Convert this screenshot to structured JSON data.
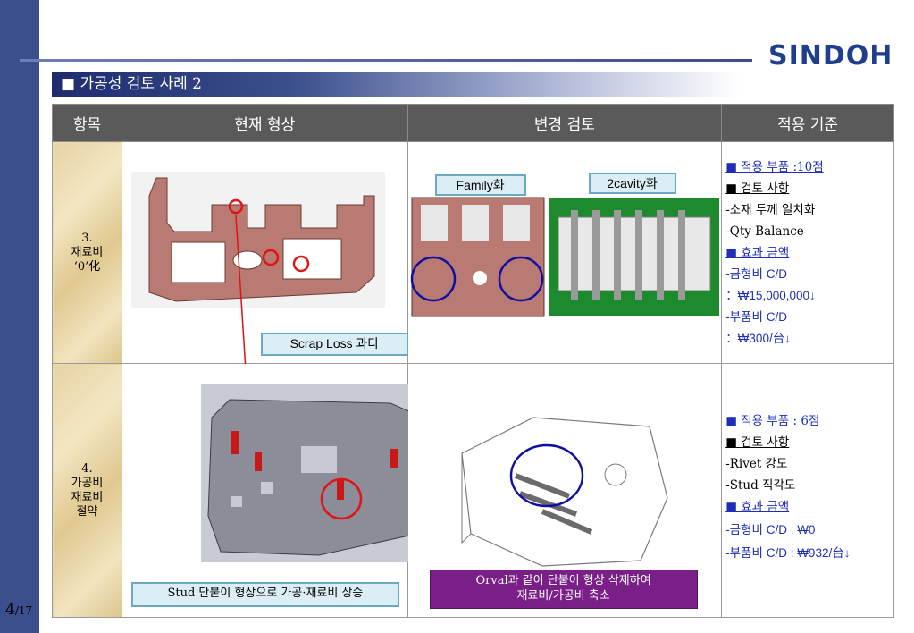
{
  "logo": {
    "text": "SINDOH",
    "color": "#1f3f8c"
  },
  "page": {
    "current": "4",
    "total": "/17"
  },
  "title": "■ 가공성 검토 사례 2",
  "table": {
    "headers": [
      "항목",
      "현재 형상",
      "변경 검토",
      "적용 기준"
    ],
    "rows": [
      {
        "item": "3.\n재료비\n‘0’化",
        "current_label": "Scrap Loss 과다",
        "change_labels": [
          "Family화",
          "2cavity화"
        ],
        "standard": [
          {
            "text": "■ 적용 부품 :10점",
            "style": "blue-u"
          },
          {
            "text": "■ 검토 사항",
            "style": "black-u"
          },
          {
            "text": "-소재 두께 일치화",
            "style": "black"
          },
          {
            "text": "-Qty Balance",
            "style": "black"
          },
          {
            "text": "■ 효과 금액",
            "style": "blue-u"
          },
          {
            "text": "-금형비 C/D",
            "style": "blue-sans"
          },
          {
            "text": "：₩15,000,000↓",
            "style": "blue-sans"
          },
          {
            "text": "-부품비 C/D",
            "style": "blue-sans"
          },
          {
            "text": "：₩300/台↓",
            "style": "blue-sans"
          }
        ]
      },
      {
        "item": "4.\n가공비\n재료비\n절약",
        "current_label": "Stud 단붙이 형상으로 가공·재료비 상승",
        "change_label": "Orval과 같이 단붙이 형상 삭제하여\n재료비/가공비 축소",
        "standard": [
          {
            "text": "■ 적용 부품 : 6점",
            "style": "blue-u"
          },
          {
            "text": "■ 검토 사항",
            "style": "black-u"
          },
          {
            "text": "-Rivet 강도",
            "style": "black"
          },
          {
            "text": "-Stud 직각도",
            "style": "black"
          },
          {
            "text": "■ 효과 금액",
            "style": "blue-u"
          },
          {
            "text": "-금형비 C/D : ₩0",
            "style": "blue-sans"
          },
          {
            "text": "-부품비 C/D : ₩932/台↓",
            "style": "blue-sans"
          }
        ]
      }
    ]
  }
}
